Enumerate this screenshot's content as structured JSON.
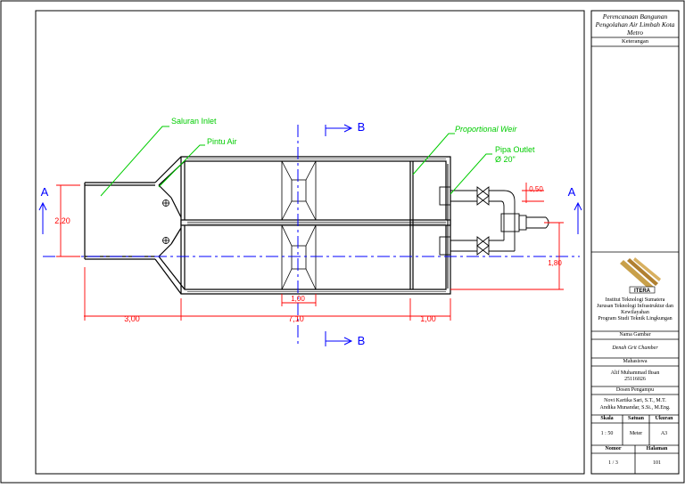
{
  "title_block": {
    "project_title": "Perencanaan Bangunan Pengolahan Air Limbah Kota Metro",
    "notes_label": "Keterangan",
    "logo_text": "ITERA",
    "institution": "Institut Teknologi Sumatera",
    "department": "Jurusan Teknologi Infrastruktur dan Kewilayahan",
    "program": "Program Studi Teknik Lingkungan",
    "drawing_name_label": "Nama Gambar",
    "drawing_name": "Denah Grit Chamber",
    "student_label": "Mahasiswa",
    "student_name": "Alif Muhammad Ihsan",
    "student_id": "25116026",
    "lecturer_label": "Dosen Pengampu",
    "lecturer_1": "Novi Kartika Sari, S.T., M.T.",
    "lecturer_2": "Andika Munandar, S.Si., M.Eng.",
    "scale_label": "Skala",
    "unit_label": "Satuan",
    "size_label": "Ukuran",
    "scale_value": "1 : 50",
    "unit_value": "Meter",
    "size_value": "A3",
    "number_label": "Nomor",
    "page_label": "Halaman",
    "number_value": "1 / 3",
    "page_value": "101"
  },
  "drawing": {
    "section_a_left": "A",
    "section_a_right": "A",
    "section_b_top": "B",
    "section_b_bottom": "B",
    "label_inlet": "Saluran Inlet",
    "label_gate": "Pintu Air",
    "label_weir": "Proportional Weir",
    "label_outlet": "Pipa Outlet",
    "label_outlet_dia": "Ø 20\"",
    "dim_height": "2,20",
    "dim_inlet_len": "3,00",
    "dim_chamber_len": "7,10",
    "dim_outlet_len": "1,00",
    "dim_hopper": "1,00",
    "dim_pipe": "0,50",
    "dim_outlet_h": "1,80",
    "colors": {
      "dimension": "#ff0000",
      "section": "#0000ff",
      "leader": "#00cc00",
      "outline": "#000000"
    }
  }
}
